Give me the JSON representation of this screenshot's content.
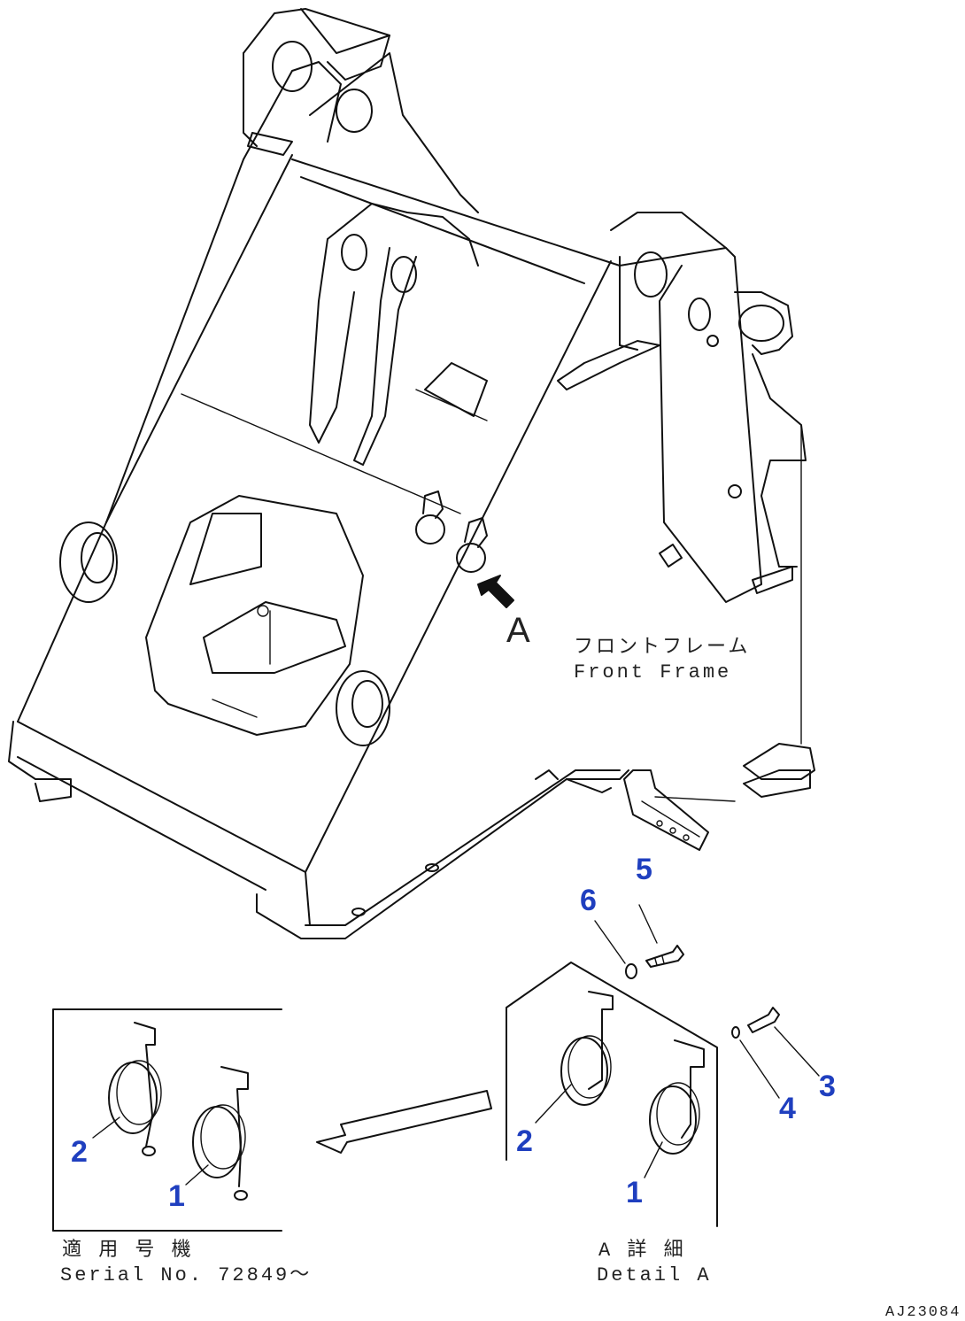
{
  "callouts": {
    "n1_left": "1",
    "n2_left": "2",
    "n1_detail": "1",
    "n2_detail": "2",
    "n3": "3",
    "n4": "4",
    "n5": "5",
    "n6": "6"
  },
  "view_arrow_label": "A",
  "frame_label": {
    "jp": "フロントフレーム",
    "en": "Front Frame"
  },
  "serial_box": {
    "jp": "適 用 号 機",
    "en": "Serial No. 72849～"
  },
  "detail_box": {
    "jp": "A 詳 細",
    "en": "Detail A"
  },
  "drawing_code": "AJ23084",
  "colors": {
    "callout": "#1f3fbf",
    "line": "#111111"
  }
}
